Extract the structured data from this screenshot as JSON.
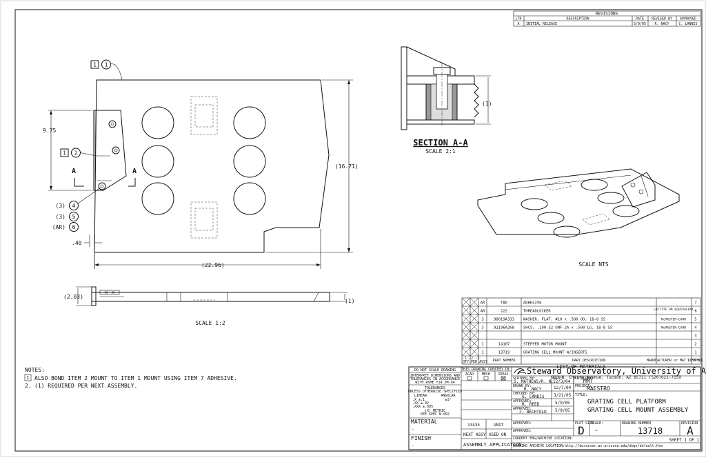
{
  "revisions": {
    "title": "REVISIONS",
    "headers": [
      "LTR",
      "DESCRIPTION",
      "DATE",
      "REVISED BY",
      "APPROVED"
    ],
    "rows": [
      [
        "A",
        "INITIAL RELEASE",
        "5/9/05",
        "R. NACY",
        "C. LANNIS"
      ]
    ]
  },
  "main_view": {
    "balloons": [
      {
        "square": "1",
        "circle": "1"
      },
      {
        "square": "1",
        "circle": "2"
      },
      {
        "prefix": "(3)",
        "circle": "4"
      },
      {
        "prefix": "(3)",
        "circle": "5"
      },
      {
        "prefix": "(AR)",
        "circle": "6"
      }
    ],
    "dims": {
      "height": "9.75",
      "overall_height": "(16.71)",
      "offset": ".40",
      "overall_width": "(22.96)"
    },
    "section_marks": [
      "A",
      "A"
    ]
  },
  "side_view": {
    "dims": {
      "left": "(2.03)",
      "right": "(1)"
    },
    "scale": "SCALE 1:2"
  },
  "section_view": {
    "title": "SECTION A-A",
    "scale": "SCALE 2:1",
    "dim": "(1)"
  },
  "iso_view": {
    "scale": "SCALE NTS"
  },
  "notes": {
    "title": "NOTES:",
    "items": [
      {
        "marker": "1",
        "text": "ALSO BOND ITEM 2 MOUNT TO ITEM 1 MOUNT USING ITEM 7 ADHESIVE."
      },
      {
        "marker": "2.",
        "text": "(1) REQUIRED PER NEXT ASSEMBLY."
      }
    ]
  },
  "bom": {
    "rows": [
      {
        "qty": "AR",
        "part": "TBD",
        "desc": "ADHESIVE",
        "mfg": "-",
        "item": "7"
      },
      {
        "qty": "AR",
        "part": "222",
        "desc": "THREADLOCKER",
        "mfg": "LOCTITE OR EQUIVALENT",
        "item": "6"
      },
      {
        "qty": "3",
        "part": "98019A333",
        "desc": "WASHER, FLAT, #10 x .500 OD, 18-8 SS",
        "mfg": "McMASTER-CARR",
        "item": "5"
      },
      {
        "qty": "3",
        "part": "92196A268",
        "desc": "SHCS, .190-32 UNF-2A x .500 LG, 18-8 SS",
        "mfg": "McMASTER-CARR",
        "item": "4"
      },
      {
        "qty": "",
        "part": "",
        "desc": "",
        "mfg": "",
        "item": "3"
      },
      {
        "qty": "1",
        "part": "14187",
        "desc": "STEPPER MOTOR MOUNT",
        "mfg": "",
        "item": "2"
      },
      {
        "qty": "1",
        "part": "13719",
        "desc": "GRATING CELL MOUNT W/INSERTS",
        "mfg": "",
        "item": "1"
      }
    ],
    "header": {
      "dash": "-1  -2  -3",
      "qty": "QTY PER ASSY",
      "part": "PART NUMBER",
      "desc": "PART DESCRIPTION",
      "mfg": "MANUFACTURER or MAT'L SPEC",
      "item": "ITEM NO."
    },
    "title": "LIST OF MATERIALS"
  },
  "title_block": {
    "do_not_scale": "DO NOT SCALE DRAWING",
    "interpret": "INTERPRET DIMENSIONS AND TOLERANCES IN ACCORDANCE WITH ASME Y14.5M-94",
    "tol_title": "TOLERANCES",
    "tol_sub": "UNLESS OTHERWISE SPECIFIED",
    "tol_linear": "LINEAR",
    "tol_angular": "ANGULAR",
    "tol_x": ".X    ±.1",
    "tol_xx": ".XX   ±.02",
    "tol_xxx": ".XXX  ±.005",
    "tol_ang": "±1°",
    "tol_metric": "(X) METRIC",
    "tol_spec": "SEE SPEC N-002",
    "created_in": "THIS DRAWING CREATED IN:",
    "cad": [
      "ACAD",
      "MECH",
      "IDEAS"
    ],
    "scribed_label": "SCRIBED BY:",
    "scribed_by": "S. MATHEWS/R. N.",
    "date_label": "DATE:",
    "scribed_date": "12/3/04",
    "category_label": "CATEGORY:",
    "category": "MMT",
    "drawn_label": "DRAWN BY:",
    "drawn_by": "R. NACY",
    "drawn_date": "12/7/04",
    "project_label": "PROJECT:",
    "project": "MAESTRO",
    "checked_label": "CHECKED BY:",
    "checked_by": "G. LANDIS",
    "checked_date": "3/21/05",
    "approved_label": "APPROVED:",
    "approved1": "R. REED",
    "approved1_date": "5/9/05",
    "approved2": "J. BECHTOLD",
    "approved2_date": "5/9/05",
    "org": "Steward Observatory, University of Arizona",
    "address": "933 N. Cherry Avenue, Tucson, AZ 85721    (520)621-7559",
    "title_label": "TITLE:",
    "title1": "GRATING CELL PLATFORM",
    "title2": "GRATING CELL MOUNT ASSEMBLY",
    "material_label": "MATERIAL",
    "material": "-",
    "finish_label": "FINISH",
    "finish": "-",
    "next_assy_no": "13435",
    "unit_label": "UNIT",
    "next_assy_label": "NEXT ASSY",
    "used_on_label": "USED ON",
    "assembly_app": "ASSEMBLY APPLICATION",
    "plot_size_label": "PLOT SIZE",
    "plot_size": "D",
    "scale_label": "SCALE:",
    "scale": "-",
    "dwg_no_label": "DRAWING NUMBER",
    "dwg_no": "13718",
    "rev_label": "REVISION",
    "rev": "A",
    "sheet": "SHEET 1 OF 1",
    "current_loc": "CURRENT ENG/ARCHIVE LOCATION:",
    "archive_loc": "DRAWING ARCHIVE LOCATION:http://dwraiser.as.arizona.edu/dwgs/default.htm"
  }
}
